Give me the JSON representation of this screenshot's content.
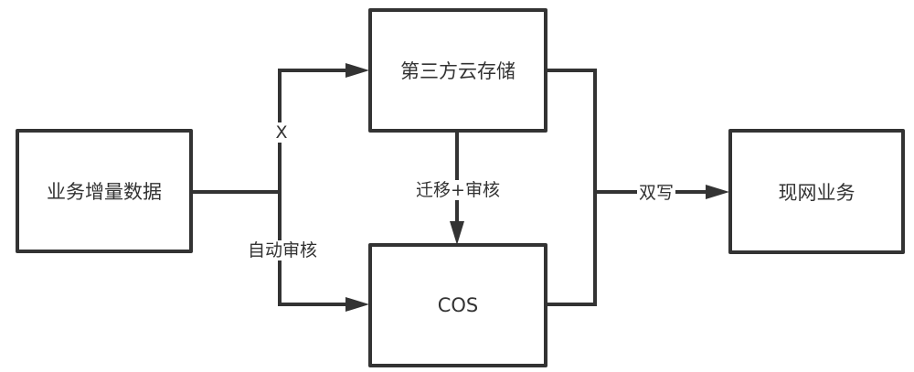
{
  "diagram": {
    "nodes": [
      {
        "id": "source",
        "label": "业务增量数据"
      },
      {
        "id": "third_party",
        "label": "第三方云存储"
      },
      {
        "id": "cos",
        "label": "COS"
      },
      {
        "id": "live",
        "label": "现网业务"
      }
    ],
    "edges": [
      {
        "from": "source",
        "to": "third_party",
        "label": "X"
      },
      {
        "from": "source",
        "to": "cos",
        "label": "自动审核"
      },
      {
        "from": "third_party",
        "to": "cos",
        "label": "迁移+审核"
      },
      {
        "from": "third_party+cos",
        "to": "live",
        "label": "双写"
      }
    ],
    "colors": {
      "stroke": "#333333",
      "background": "#ffffff"
    }
  }
}
